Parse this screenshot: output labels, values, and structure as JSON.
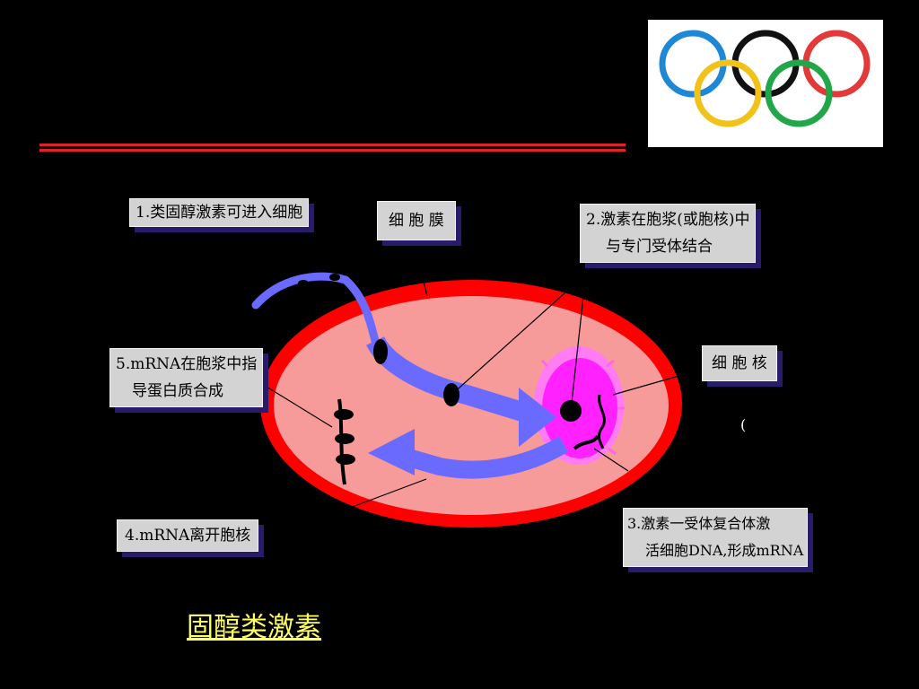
{
  "labels": {
    "step1": "1.类固醇激素可进入细胞",
    "membrane": "细 胞 膜",
    "step2_line1": "2.激素在胞浆(或胞核)中",
    "step2_line2": "与专门受体结合",
    "step5_line1": "5.mRNA在胞浆中指",
    "step5_line2": "导蛋白质合成",
    "nucleus": "细 胞 核",
    "step4": "4.mRNA离开胞核",
    "step3_line1": "3.激素一受体复合体激",
    "step3_line2": "活细胞DNA,形成mRNA",
    "stray_mark": "("
  },
  "title": "固醇类激素",
  "logo": {
    "name": "olympic-rings",
    "colors": [
      "#1e88d6",
      "#111111",
      "#e23a3a",
      "#f2c21a",
      "#22a64a"
    ]
  },
  "colors": {
    "background": "#000000",
    "cell_membrane": "#ff0000",
    "cytoplasm": "#f79a9a",
    "nucleus": "#ff44ff",
    "arrow": "#6a6aff",
    "label_bg": "#d3d3d3",
    "title": "#ffff66"
  }
}
